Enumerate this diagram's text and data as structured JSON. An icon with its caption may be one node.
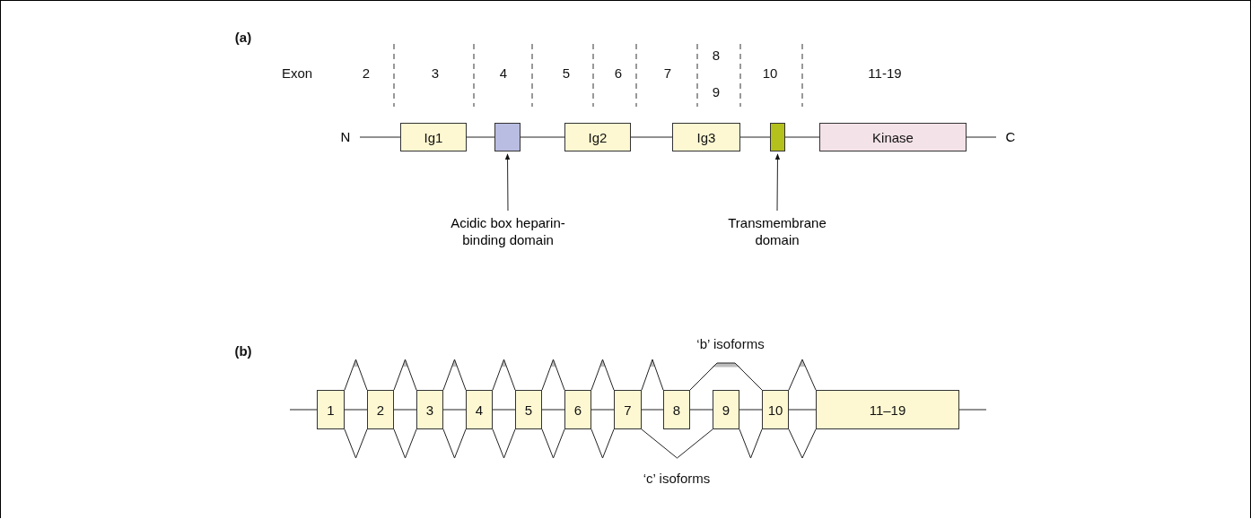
{
  "diagram": {
    "nodes": [
      {
        "text": [
          "Ig1"
        ]
      },
      {
        "text": [],
        "shape": "box"
      },
      {
        "text": [
          "Ig2"
        ]
      },
      {
        "text": [
          "Ig3"
        ]
      },
      {
        "text": [],
        "shape": "box"
      },
      {
        "text": [
          "Kinase"
        ]
      },
      {
        "text": [
          "Acidic box heparin-binding domain"
        ]
      },
      {
        "text": [
          "Transmembrane domain"
        ]
      },
      {
        "text": [
          "1"
        ]
      },
      {
        "text": [
          "2"
        ]
      },
      {
        "text": [
          "3"
        ]
      },
      {
        "text": [
          "4"
        ]
      },
      {
        "text": [
          "5"
        ]
      },
      {
        "text": [
          "6"
        ]
      },
      {
        "text": [
          "7"
        ]
      },
      {
        "text": [
          "8"
        ]
      },
      {
        "text": [
          "9"
        ]
      },
      {
        "text": [
          "10"
        ]
      },
      {
        "text": [
          "11–19"
        ]
      },
      {
        "text": [
          "N"
        ]
      },
      {
        "text": [
          "C"
        ]
      }
    ],
    "edges": [
      {
        "from": 19,
        "to": 0,
        "arrow": "none"
      },
      {
        "from": 0,
        "to": 1,
        "arrow": "none"
      },
      {
        "from": 1,
        "to": 2,
        "arrow": "none"
      },
      {
        "from": 2,
        "to": 3,
        "arrow": "none"
      },
      {
        "from": 3,
        "to": 4,
        "arrow": "none"
      },
      {
        "from": 4,
        "to": 5,
        "arrow": "none"
      },
      {
        "from": 5,
        "to": 20,
        "arrow": "none"
      },
      {
        "from": 6,
        "to": 1,
        "arrow": "to"
      },
      {
        "from": 7,
        "to": 4,
        "arrow": "to"
      },
      {
        "from": null,
        "to": 8,
        "arrow": "none"
      },
      {
        "from": 8,
        "to": 9,
        "arrow": "none"
      },
      {
        "from": 9,
        "to": 10,
        "arrow": "none"
      },
      {
        "from": 10,
        "to": 11,
        "arrow": "none"
      },
      {
        "from": 11,
        "to": 12,
        "arrow": "none"
      },
      {
        "from": 12,
        "to": 13,
        "arrow": "none"
      },
      {
        "from": 13,
        "to": 14,
        "arrow": "none"
      },
      {
        "from": 14,
        "to": 15,
        "arrow": "none"
      },
      {
        "from": 15,
        "to": 16,
        "arrow": "none"
      },
      {
        "from": 16,
        "to": 17,
        "arrow": "none"
      },
      {
        "from": 17,
        "to": 18,
        "arrow": "none"
      },
      {
        "from": 18,
        "to": null,
        "arrow": "none"
      },
      {
        "from": 8,
        "to": 9,
        "arrow": "none"
      },
      {
        "from": 9,
        "to": 10,
        "arrow": "none"
      },
      {
        "from": 10,
        "to": 11,
        "arrow": "none"
      },
      {
        "from": 11,
        "to": 12,
        "arrow": "none"
      },
      {
        "from": 12,
        "to": 13,
        "arrow": "none"
      },
      {
        "from": 13,
        "to": 14,
        "arrow": "none"
      },
      {
        "from": 14,
        "to": 15,
        "arrow": "none"
      },
      {
        "from": 15,
        "to": 17,
        "arrow": "none"
      },
      {
        "from": 17,
        "to": 18,
        "arrow": "none"
      },
      {
        "from": 8,
        "to": 9,
        "arrow": "none"
      },
      {
        "from": 9,
        "to": 10,
        "arrow": "none"
      },
      {
        "from": 10,
        "to": 11,
        "arrow": "none"
      },
      {
        "from": 11,
        "to": 12,
        "arrow": "none"
      },
      {
        "from": 12,
        "to": 13,
        "arrow": "none"
      },
      {
        "from": 13,
        "to": 14,
        "arrow": "none"
      },
      {
        "from": 14,
        "to": 16,
        "arrow": "none"
      },
      {
        "from": 16,
        "to": 17,
        "arrow": "none"
      },
      {
        "from": 17,
        "to": 18,
        "arrow": "none"
      }
    ],
    "labels": [
      "(a)",
      "Exon",
      "2",
      "3",
      "4",
      "5",
      "6",
      "7",
      "8",
      "9",
      "10",
      "11-19",
      "(b)",
      "‘b’ isoforms",
      "‘c’ isoforms"
    ]
  }
}
